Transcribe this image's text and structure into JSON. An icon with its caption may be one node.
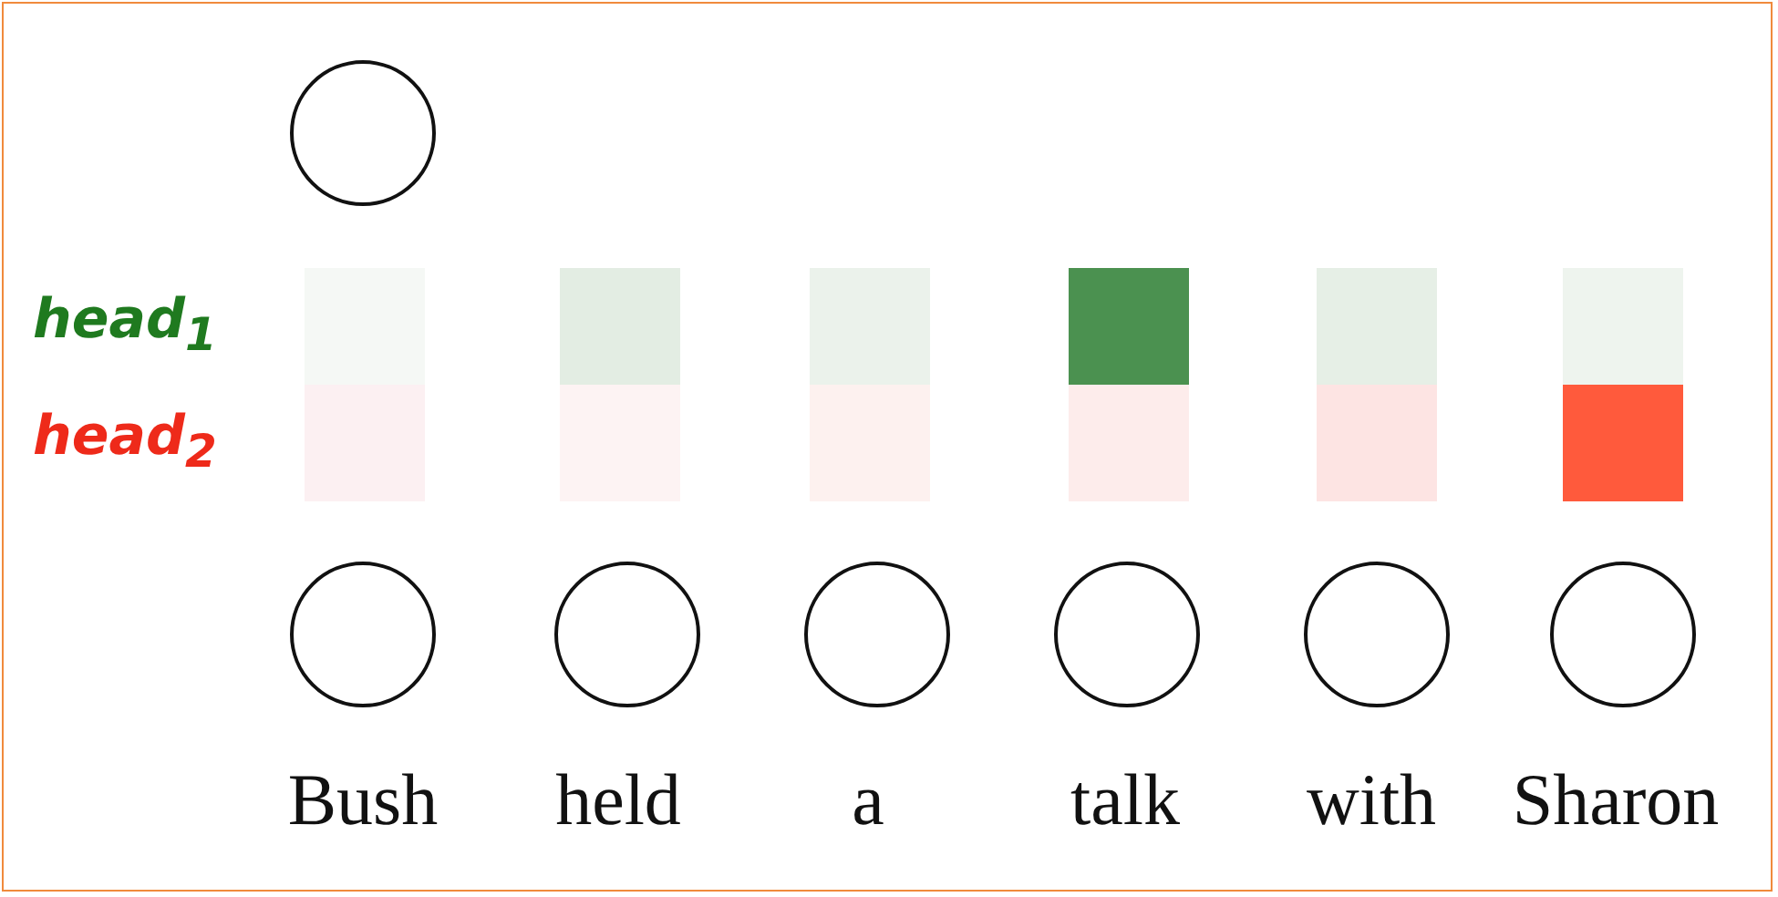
{
  "diagram": {
    "nodes": [
      {
        "text": [],
        "shape": "circle"
      },
      {
        "text": [],
        "shape": "box"
      },
      {
        "text": [],
        "shape": "box"
      },
      {
        "text": [],
        "shape": "box"
      },
      {
        "text": [],
        "shape": "box"
      },
      {
        "text": [],
        "shape": "box"
      },
      {
        "text": [],
        "shape": "box"
      },
      {
        "text": [],
        "shape": "box"
      },
      {
        "text": [],
        "shape": "box"
      },
      {
        "text": [],
        "shape": "box"
      },
      {
        "text": [],
        "shape": "box"
      },
      {
        "text": [],
        "shape": "box"
      },
      {
        "text": [],
        "shape": "box"
      },
      {
        "text": [],
        "shape": "circle"
      },
      {
        "text": [],
        "shape": "circle"
      },
      {
        "text": [],
        "shape": "circle"
      },
      {
        "text": [],
        "shape": "circle"
      },
      {
        "text": [],
        "shape": "circle"
      },
      {
        "text": [],
        "shape": "circle"
      }
    ],
    "labels": [
      "head$_{1}$",
      "head$_{2}$",
      "Bush",
      "held",
      "a",
      "talk",
      "with",
      "Sharon"
    ]
  }
}
